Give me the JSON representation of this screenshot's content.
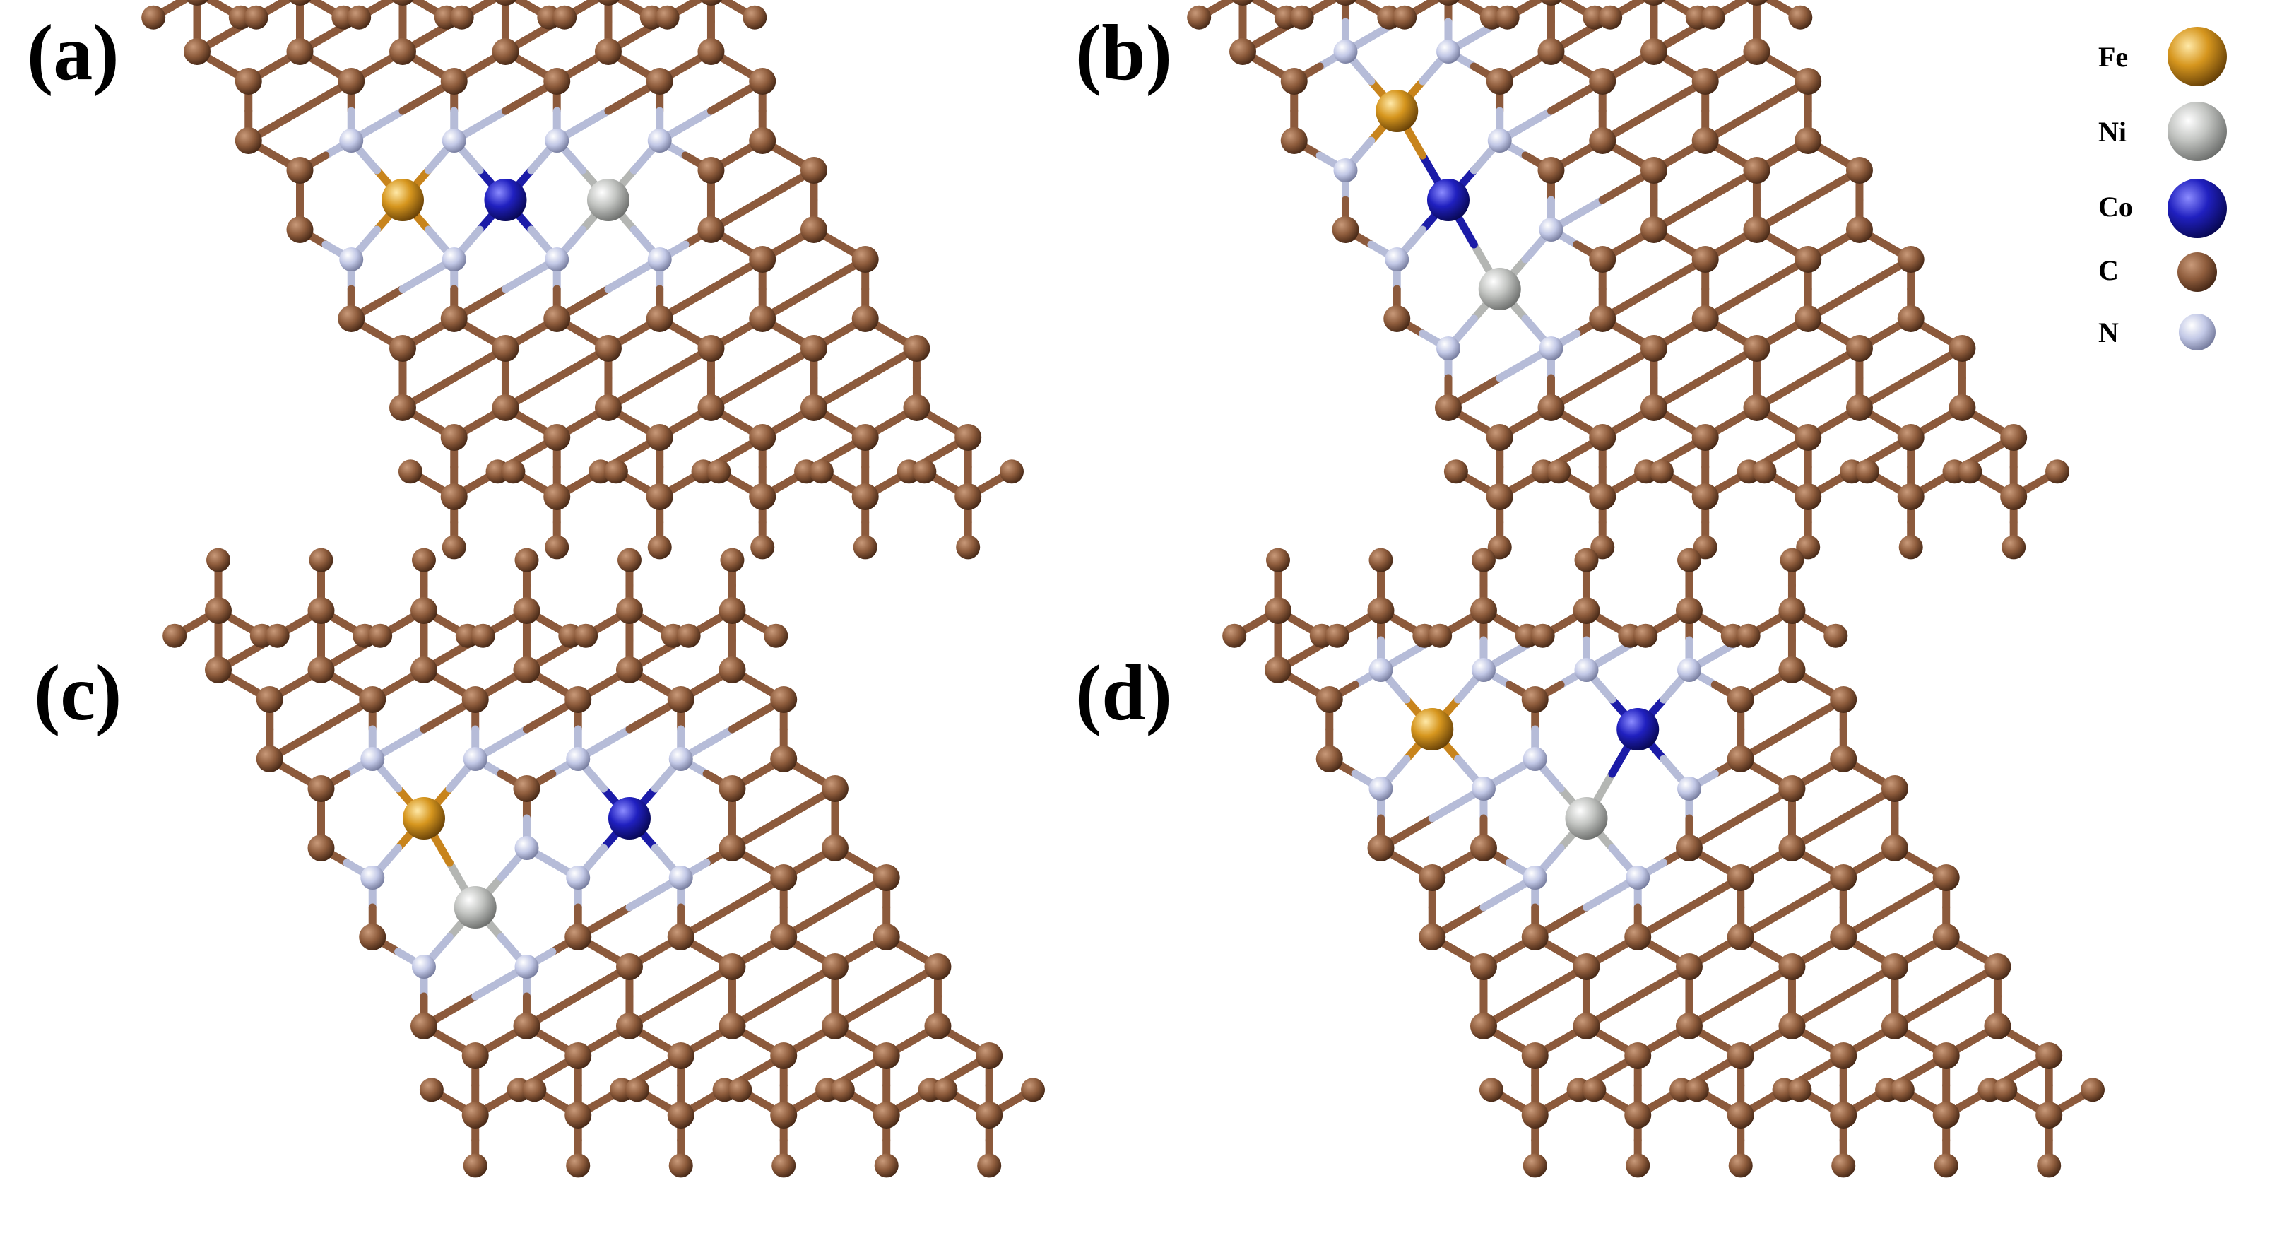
{
  "figure": {
    "panels": [
      {
        "id": "a",
        "label": "(a)",
        "layout": "linear",
        "metals": [
          "Fe",
          "Co",
          "Ni"
        ]
      },
      {
        "id": "b",
        "label": "(b)",
        "layout": "stepped",
        "metals": [
          "Fe",
          "Co",
          "Ni"
        ]
      },
      {
        "id": "c",
        "label": "(c)",
        "layout": "triangle",
        "metals": [
          "Fe",
          "Ni",
          "Co"
        ]
      },
      {
        "id": "d",
        "label": "(d)",
        "layout": "triangle",
        "metals": [
          "Fe",
          "Co",
          "Ni"
        ]
      }
    ],
    "legend": {
      "items": [
        {
          "symbol": "Fe",
          "label": "Fe",
          "color": "#c8841c"
        },
        {
          "symbol": "Ni",
          "label": "Ni",
          "color": "#b4b6b3"
        },
        {
          "symbol": "Co",
          "label": "Co",
          "color": "#1c1ca8"
        },
        {
          "symbol": "C",
          "label": "C",
          "color": "#8c5a3c"
        },
        {
          "symbol": "N",
          "label": "N",
          "color": "#b6bcd8"
        }
      ]
    }
  }
}
